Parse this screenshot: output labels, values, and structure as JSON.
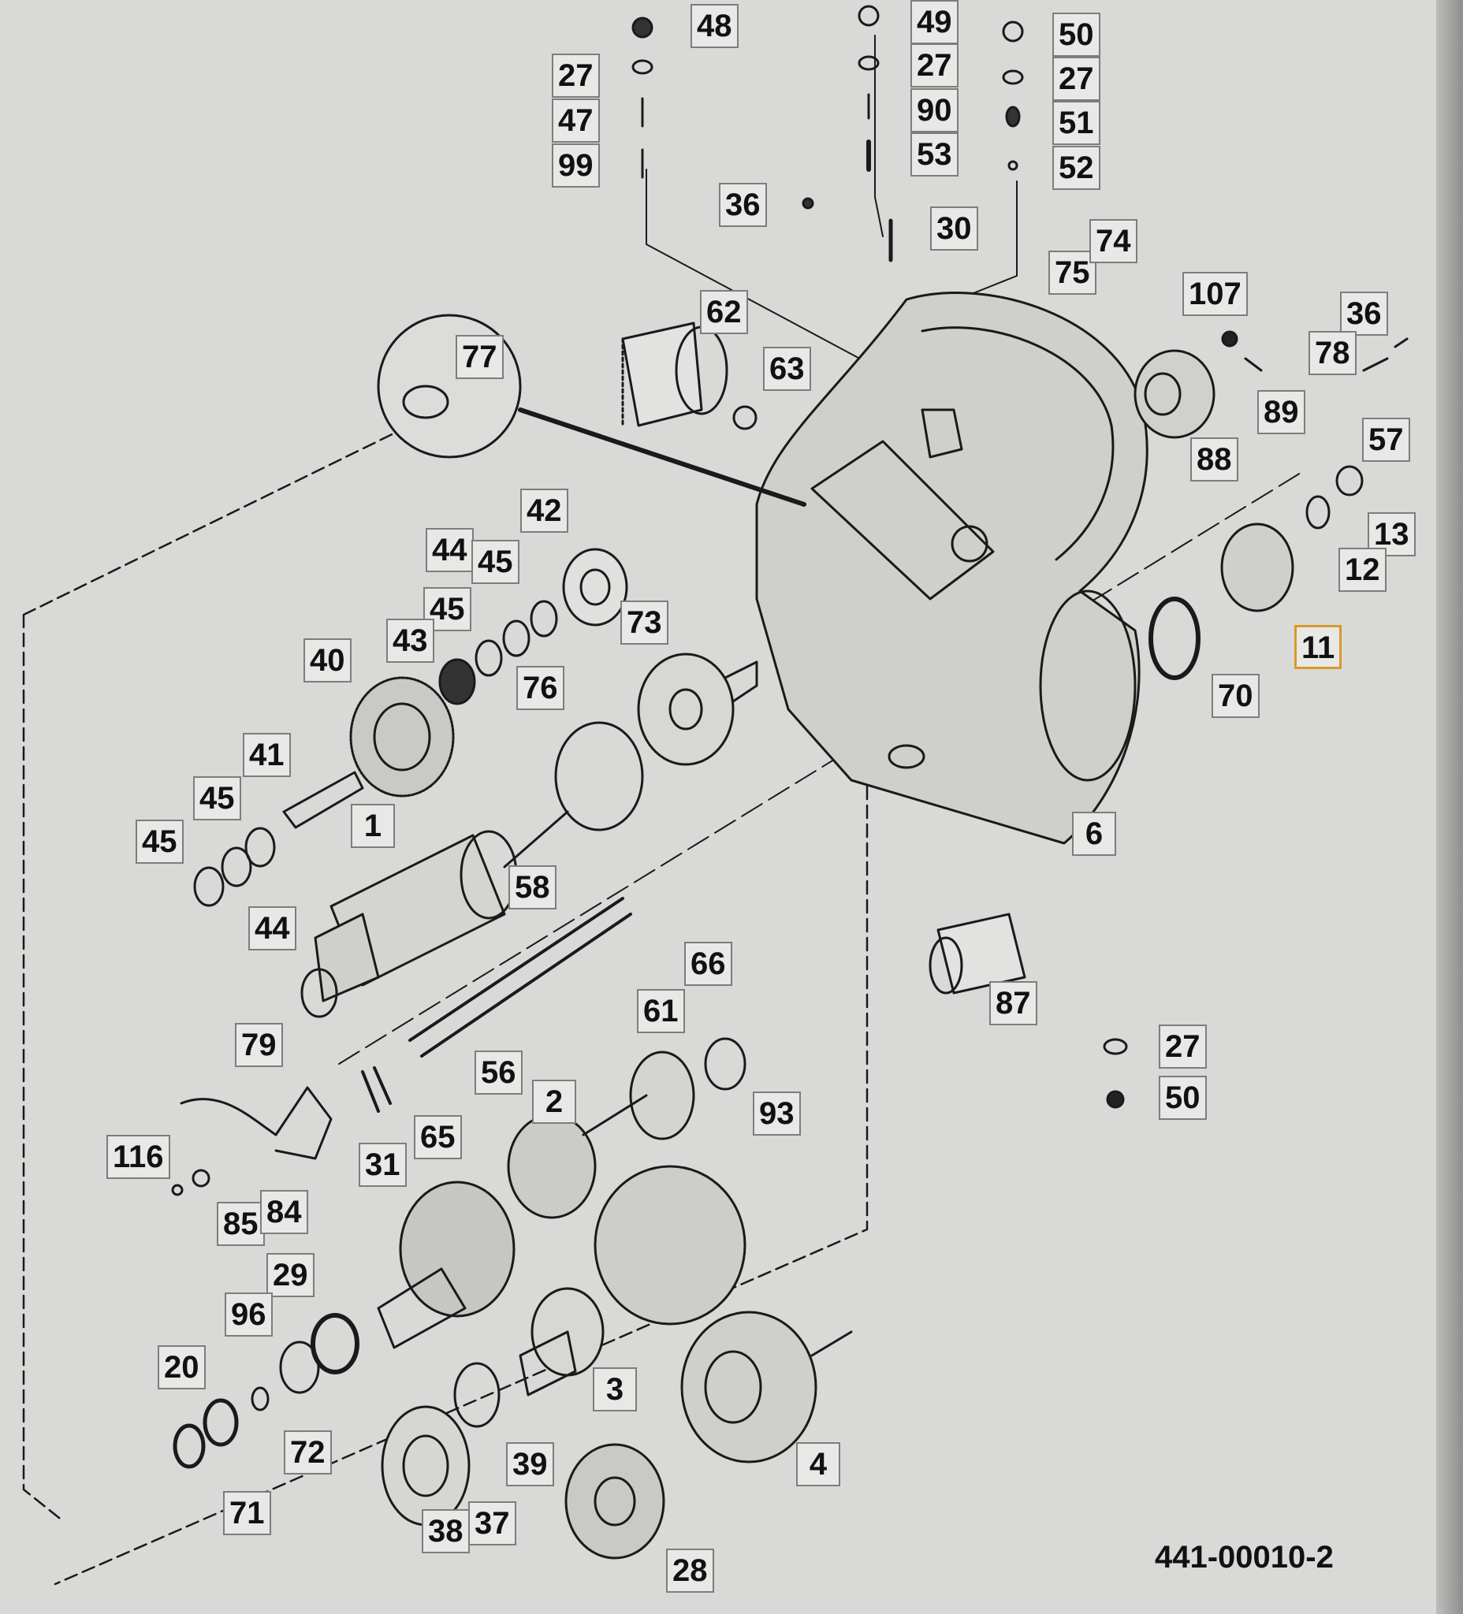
{
  "diagram": {
    "code": "441-00010-2",
    "highlighted_part": "11",
    "highlight_color": "#d89a2a",
    "line_color": "#1a1a1a",
    "paper_color": "#d9d9d7",
    "callouts": [
      "48",
      "27",
      "47",
      "99",
      "49",
      "27",
      "90",
      "53",
      "50",
      "27",
      "51",
      "52",
      "36",
      "30",
      "62",
      "63",
      "77",
      "75",
      "74",
      "107",
      "36",
      "78",
      "89",
      "57",
      "88",
      "13",
      "12",
      "11",
      "70",
      "42",
      "44",
      "45",
      "45",
      "43",
      "40",
      "73",
      "76",
      "41",
      "45",
      "45",
      "1",
      "44",
      "58",
      "66",
      "6",
      "87",
      "61",
      "93",
      "79",
      "116",
      "85",
      "84",
      "65",
      "56",
      "2",
      "31",
      "29",
      "96",
      "20",
      "72",
      "71",
      "3",
      "39",
      "38",
      "37",
      "28",
      "4",
      "27",
      "50"
    ]
  }
}
